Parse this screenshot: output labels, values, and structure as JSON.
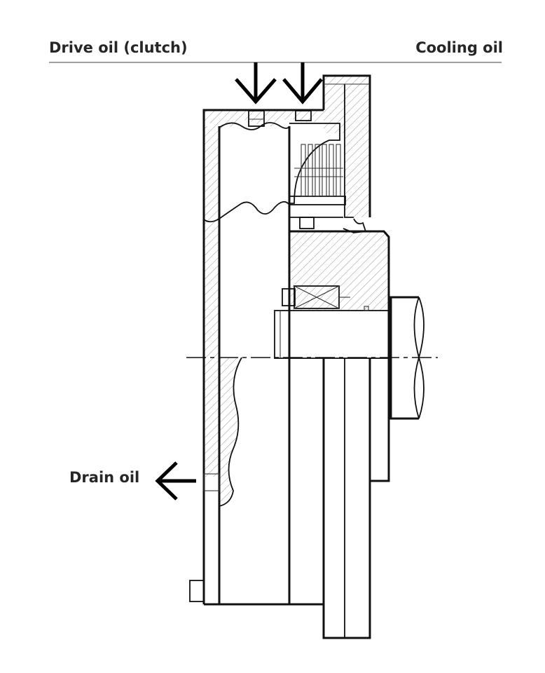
{
  "labels": {
    "drive_oil": "Drive oil (clutch)",
    "cooling_oil": "Cooling oil",
    "drain_oil": "Drain oil"
  },
  "colors": {
    "line": "#111111",
    "text": "#262626",
    "hatch": "#8a8a8a",
    "background": "#ffffff"
  }
}
